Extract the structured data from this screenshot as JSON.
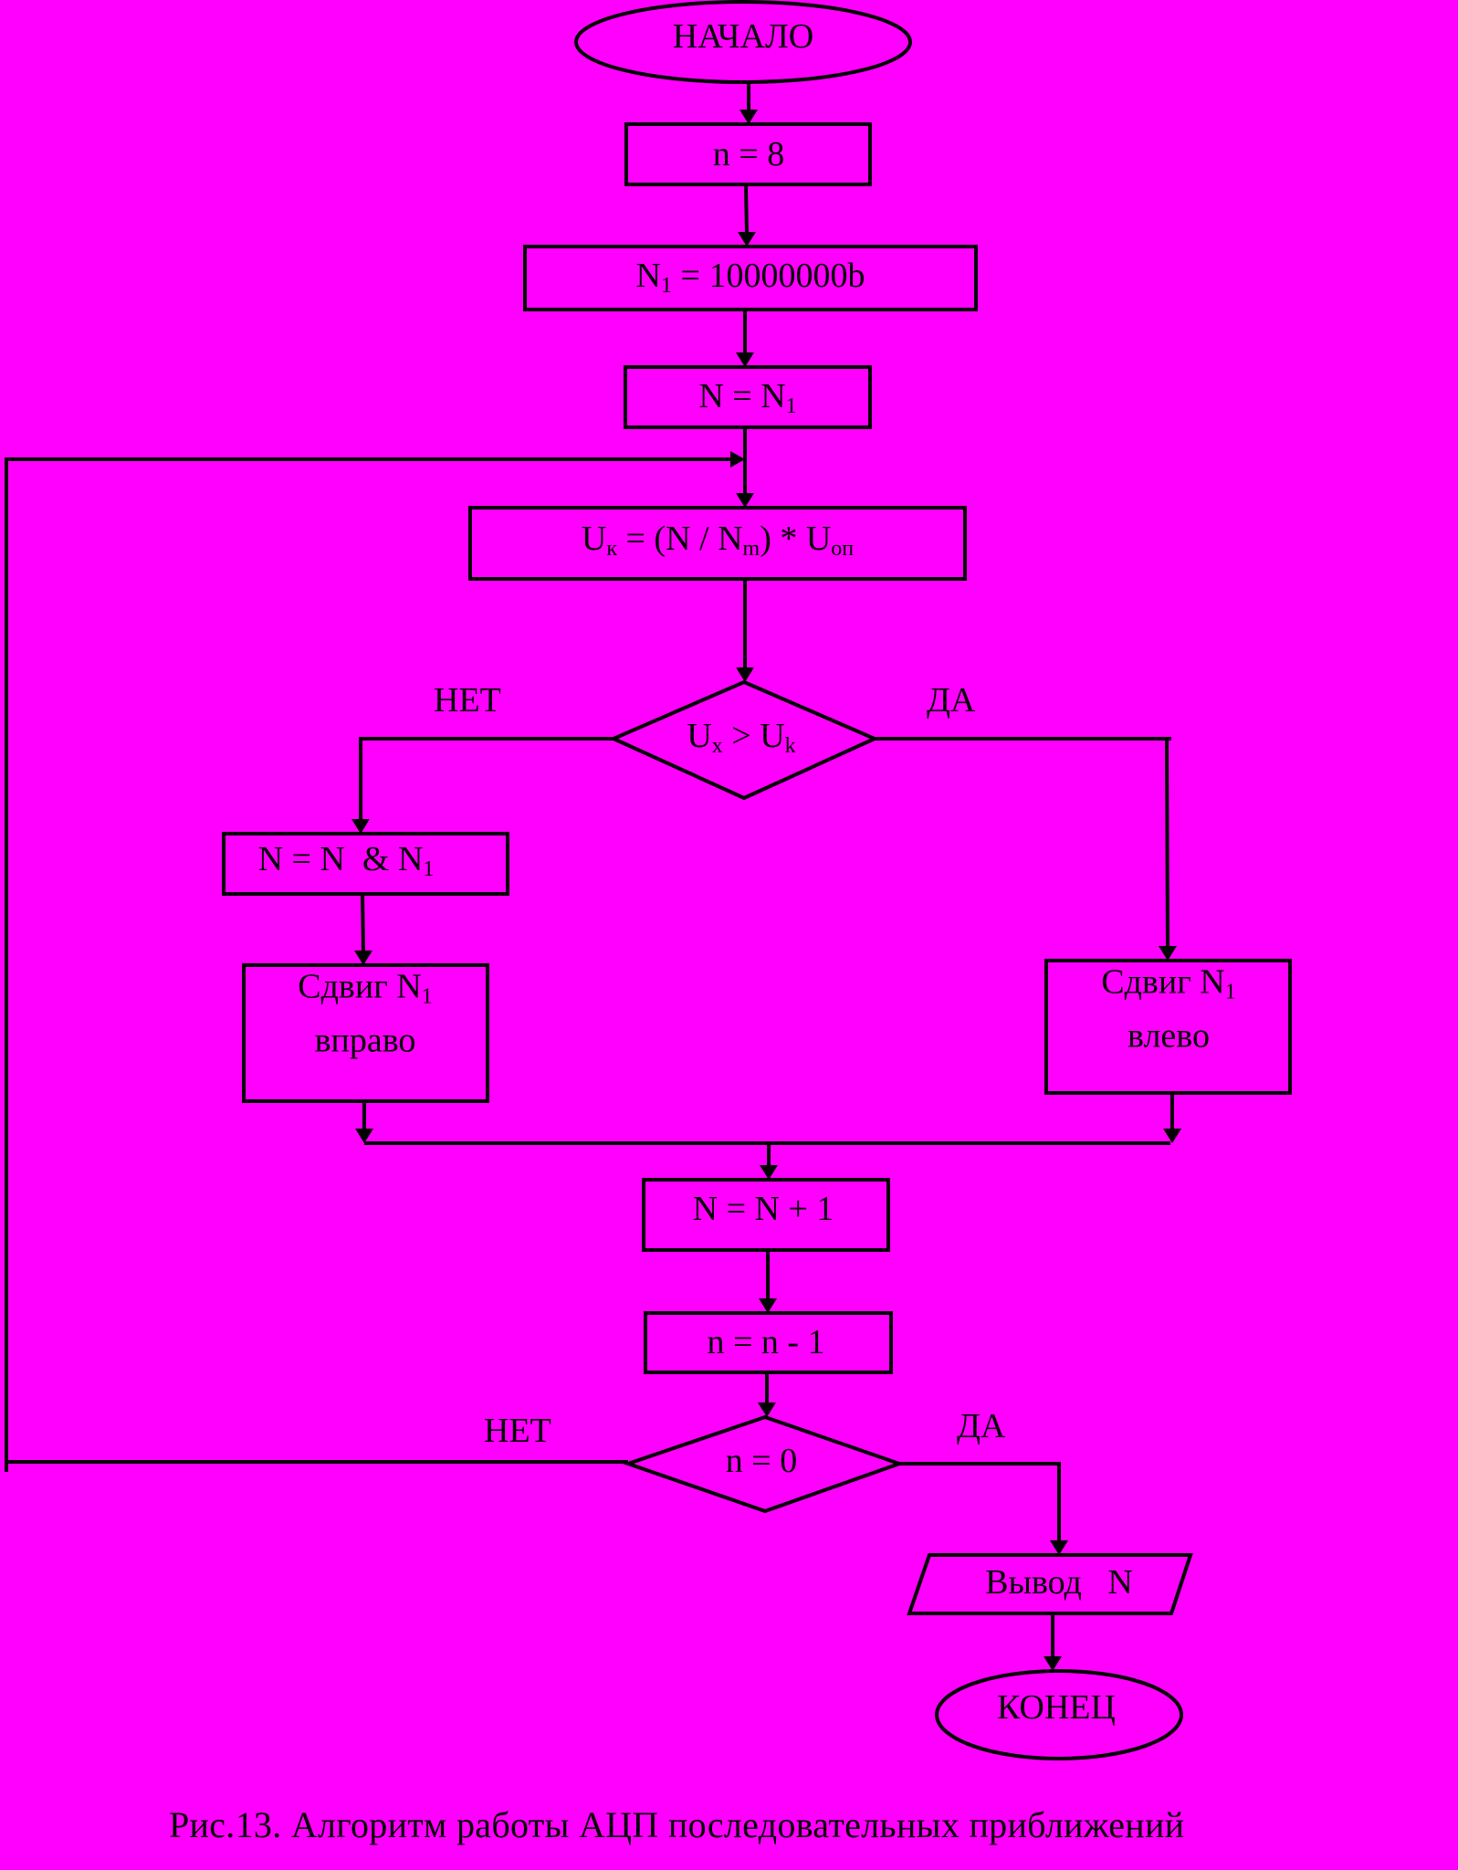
{
  "diagram": {
    "type": "flowchart",
    "background_color": "#ff00ff",
    "line_color": "#000000",
    "nodes": {
      "start": {
        "shape": "terminator",
        "text": "НАЧАЛО"
      },
      "init_n": {
        "shape": "process",
        "text": "n = 8"
      },
      "init_n1": {
        "shape": "process",
        "main": "N",
        "sub": "1",
        "rest": " = 10000000b"
      },
      "set_n": {
        "shape": "process",
        "main": "N = N",
        "sub": "1"
      },
      "compute_uk": {
        "shape": "process",
        "p1": "U",
        "s1": "к",
        "p2": " = (N / N",
        "s2": "m",
        "p3": ") * U",
        "s3": "оп"
      },
      "compare": {
        "shape": "decision",
        "p1": "U",
        "s1": "x",
        "p2": " > U",
        "s2": "k"
      },
      "and_op": {
        "shape": "process",
        "main": "N = N  & N",
        "sub": "1"
      },
      "shift_right": {
        "shape": "process",
        "line1_main": "Сдвиг N",
        "line1_sub": "1",
        "line2": "вправо"
      },
      "shift_left": {
        "shape": "process",
        "line1_main": "Сдвиг N",
        "line1_sub": "1",
        "line2": "влево"
      },
      "increment": {
        "shape": "process",
        "text": "N = N + 1"
      },
      "decrement": {
        "shape": "process",
        "text": "n = n - 1"
      },
      "check_zero": {
        "shape": "decision",
        "text": "n = 0"
      },
      "output": {
        "shape": "io",
        "text": "Вывод   N"
      },
      "end": {
        "shape": "terminator",
        "text": "КОНЕЦ"
      }
    },
    "branch_labels": {
      "compare_no": "НЕТ",
      "compare_yes": "ДА",
      "check_no": "НЕТ",
      "check_yes": "ДА"
    },
    "edges": [
      {
        "from": "start",
        "to": "init_n"
      },
      {
        "from": "init_n",
        "to": "init_n1"
      },
      {
        "from": "init_n1",
        "to": "set_n"
      },
      {
        "from": "set_n",
        "to": "compute_uk"
      },
      {
        "from": "compute_uk",
        "to": "compare"
      },
      {
        "from": "compare",
        "to": "and_op",
        "label": "НЕТ"
      },
      {
        "from": "and_op",
        "to": "shift_right"
      },
      {
        "from": "compare",
        "to": "shift_left",
        "label": "ДА"
      },
      {
        "from": "shift_right",
        "to": "increment"
      },
      {
        "from": "shift_left",
        "to": "increment"
      },
      {
        "from": "increment",
        "to": "decrement"
      },
      {
        "from": "decrement",
        "to": "check_zero"
      },
      {
        "from": "check_zero",
        "to": "compute_uk",
        "label": "НЕТ"
      },
      {
        "from": "check_zero",
        "to": "output",
        "label": "ДА"
      },
      {
        "from": "output",
        "to": "end"
      }
    ],
    "caption": "Рис.13. Алгоритм работы АЦП последовательных приближений"
  }
}
